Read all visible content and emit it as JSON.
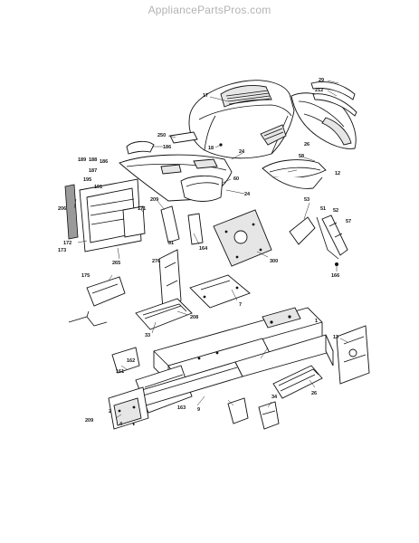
{
  "watermark": "AppliancePartsPros.com",
  "callouts": [
    {
      "id": "17",
      "text": "17"
    },
    {
      "id": "29",
      "text": "29"
    },
    {
      "id": "212",
      "text": "212"
    },
    {
      "id": "250",
      "text": "250"
    },
    {
      "id": "186",
      "text": "186"
    },
    {
      "id": "18",
      "text": "18"
    },
    {
      "id": "24a",
      "text": "24"
    },
    {
      "id": "26",
      "text": "26"
    },
    {
      "id": "58",
      "text": "58"
    },
    {
      "id": "12",
      "text": "12"
    },
    {
      "id": "189",
      "text": "189"
    },
    {
      "id": "188",
      "text": "188"
    },
    {
      "id": "186b",
      "text": "186"
    },
    {
      "id": "187",
      "text": "187"
    },
    {
      "id": "195",
      "text": "195"
    },
    {
      "id": "191",
      "text": "191"
    },
    {
      "id": "60",
      "text": "60"
    },
    {
      "id": "24b",
      "text": "24"
    },
    {
      "id": "206",
      "text": "206"
    },
    {
      "id": "171",
      "text": "171"
    },
    {
      "id": "172",
      "text": "172"
    },
    {
      "id": "173",
      "text": "173"
    },
    {
      "id": "265",
      "text": "265"
    },
    {
      "id": "164",
      "text": "164"
    },
    {
      "id": "31",
      "text": "31"
    },
    {
      "id": "209",
      "text": "209"
    },
    {
      "id": "300",
      "text": "300"
    },
    {
      "id": "53",
      "text": "53"
    },
    {
      "id": "51",
      "text": "51"
    },
    {
      "id": "52",
      "text": "52"
    },
    {
      "id": "57",
      "text": "57"
    },
    {
      "id": "166",
      "text": "166"
    },
    {
      "id": "175",
      "text": "175"
    },
    {
      "id": "276",
      "text": "276"
    },
    {
      "id": "7",
      "text": "7"
    },
    {
      "id": "1",
      "text": "1"
    },
    {
      "id": "33",
      "text": "33"
    },
    {
      "id": "208",
      "text": "208"
    },
    {
      "id": "161",
      "text": "161"
    },
    {
      "id": "162",
      "text": "162"
    },
    {
      "id": "34",
      "text": "34"
    },
    {
      "id": "13",
      "text": "13"
    },
    {
      "id": "26b",
      "text": "26"
    },
    {
      "id": "209b",
      "text": "209"
    },
    {
      "id": "2",
      "text": "2"
    },
    {
      "id": "4",
      "text": "4"
    },
    {
      "id": "163",
      "text": "163"
    },
    {
      "id": "9",
      "text": "9"
    }
  ]
}
